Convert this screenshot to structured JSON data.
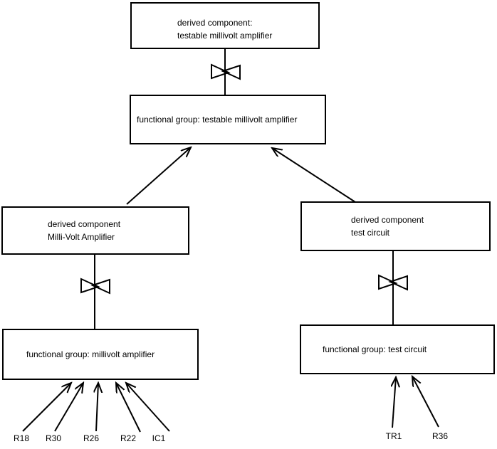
{
  "nodes": {
    "derived_testable": {
      "line1": "derived component:",
      "line2": "testable millivolt amplifier"
    },
    "fg_testable": {
      "label": "functional group: testable millivolt amplifier"
    },
    "derived_mva": {
      "line1": "derived component",
      "line2": "Milli-Volt Amplifier"
    },
    "derived_test": {
      "line1": "derived component",
      "line2": "test circuit"
    },
    "fg_mva": {
      "label": "functional group: millivolt amplifier"
    },
    "fg_test": {
      "label": "functional group: test circuit"
    }
  },
  "components": {
    "left": [
      "R18",
      "R30",
      "R26",
      "R22",
      "IC1"
    ],
    "right": [
      "TR1",
      "R36"
    ]
  },
  "edges": [
    {
      "from": "derived_testable",
      "to": "fg_testable",
      "connector": "bowtie-decomposition"
    },
    {
      "from": "derived_mva",
      "to": "fg_testable",
      "connector": "arrow"
    },
    {
      "from": "derived_test",
      "to": "fg_testable",
      "connector": "arrow"
    },
    {
      "from": "derived_mva",
      "to": "fg_mva",
      "connector": "bowtie-decomposition"
    },
    {
      "from": "derived_test",
      "to": "fg_test",
      "connector": "bowtie-decomposition"
    },
    {
      "from": "R18",
      "to": "fg_mva",
      "connector": "arrow"
    },
    {
      "from": "R30",
      "to": "fg_mva",
      "connector": "arrow"
    },
    {
      "from": "R26",
      "to": "fg_mva",
      "connector": "arrow"
    },
    {
      "from": "R22",
      "to": "fg_mva",
      "connector": "arrow"
    },
    {
      "from": "IC1",
      "to": "fg_mva",
      "connector": "arrow"
    },
    {
      "from": "TR1",
      "to": "fg_test",
      "connector": "arrow"
    },
    {
      "from": "R36",
      "to": "fg_test",
      "connector": "arrow"
    }
  ],
  "colors": {
    "line": "#000000",
    "background": "#ffffff",
    "text": "#000000"
  }
}
